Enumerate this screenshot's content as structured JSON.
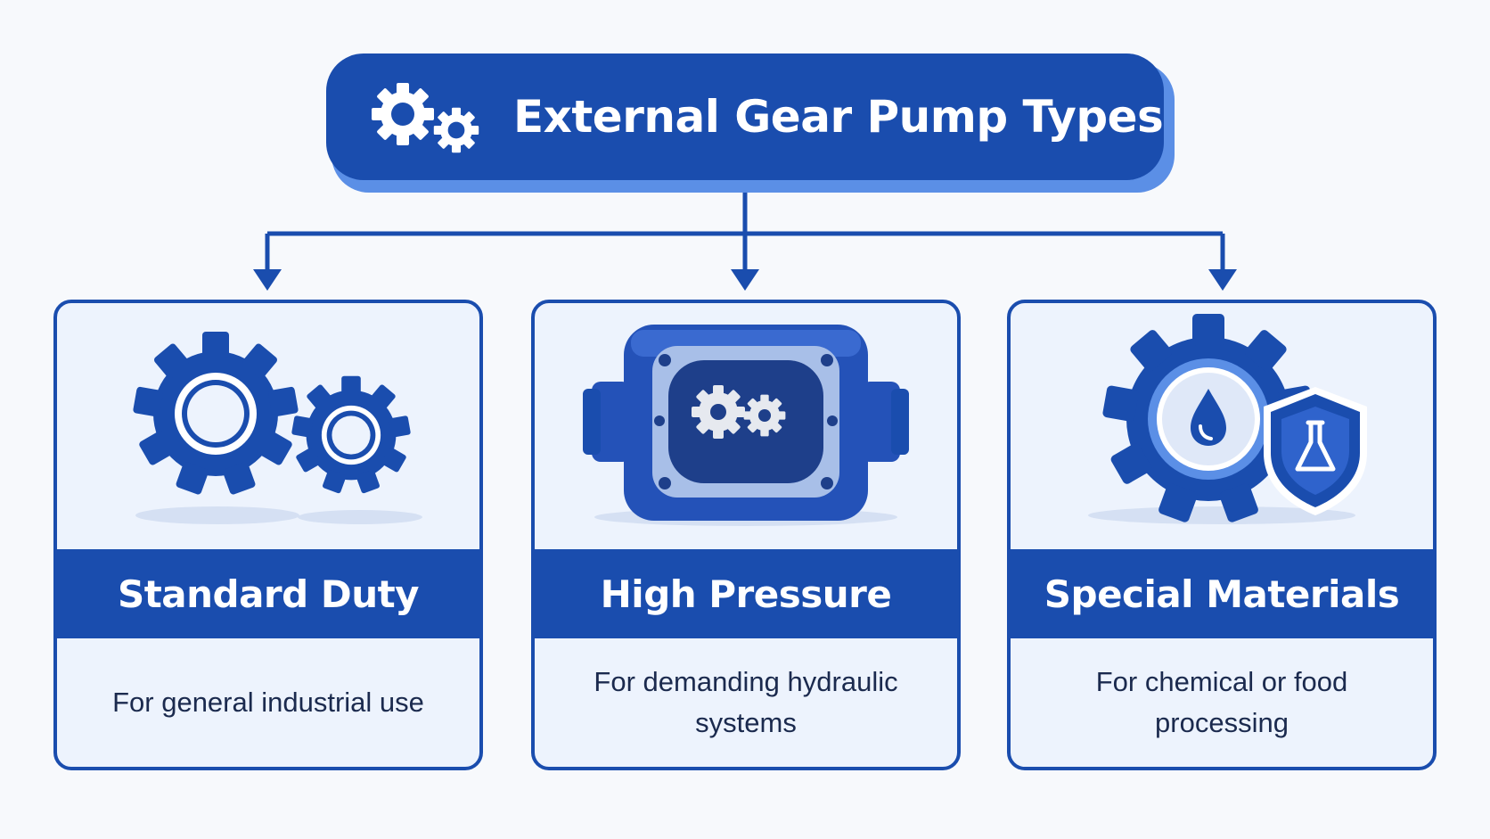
{
  "title": {
    "text": "External Gear Pump Types",
    "icon": "gears-icon"
  },
  "colors": {
    "primary": "#1a4dae",
    "accent": "#5b8fe6",
    "card_bg": "#edf3fd",
    "text_dark": "#1b2a4e",
    "background": "#f7f9fc"
  },
  "types": [
    {
      "name": "Standard Duty",
      "description": "For general industrial use",
      "icon": "twin-gears-icon"
    },
    {
      "name": "High Pressure",
      "description": "For demanding hydraulic systems",
      "icon": "pump-housing-icon"
    },
    {
      "name": "Special Materials",
      "description": "For chemical or food processing",
      "icon": "gear-drop-shield-icon"
    }
  ]
}
